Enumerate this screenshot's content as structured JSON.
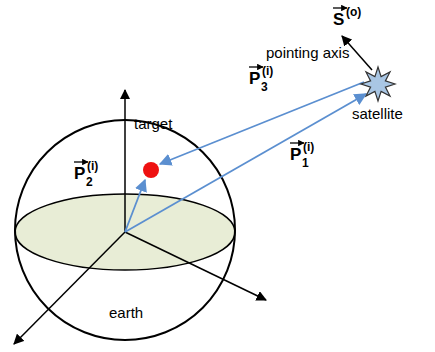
{
  "diagram": {
    "labels": [
      "S",
      "(o)",
      "pointing axis",
      "P",
      "3",
      "(i)",
      "P",
      "1",
      "(i)",
      "target",
      "satellite",
      "P",
      "2",
      "(i)",
      "earth"
    ]
  }
}
